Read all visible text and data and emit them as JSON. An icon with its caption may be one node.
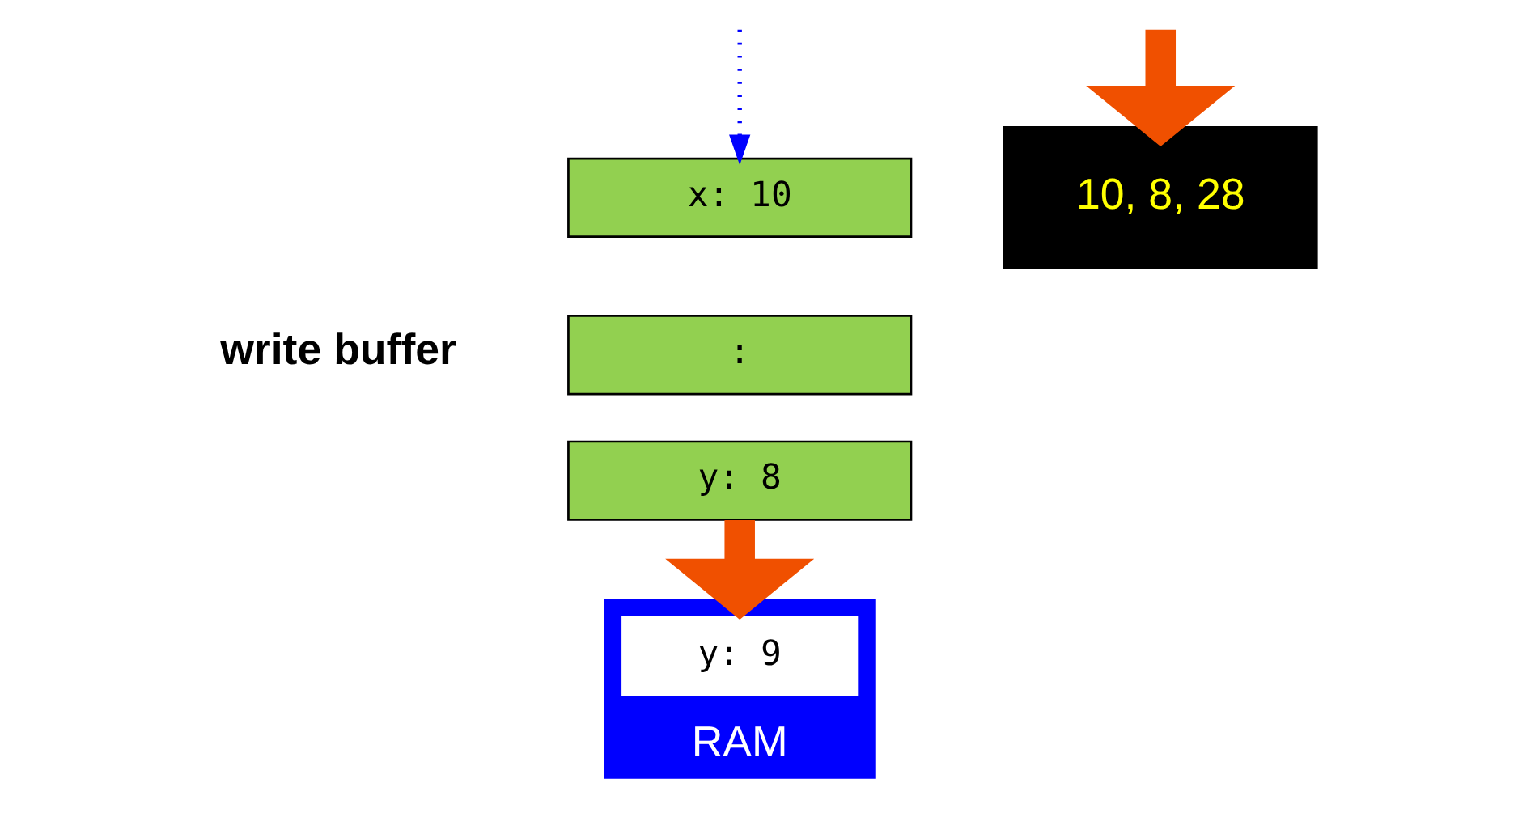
{
  "diagram": {
    "nodes": [
      {
        "text": [
          "x: 10"
        ]
      },
      {
        "text": [
          ":"
        ]
      },
      {
        "text": [
          "y: 8"
        ]
      },
      {
        "text": [
          "RAM"
        ]
      },
      {
        "text": [
          "y: 9"
        ],
        "in": 3
      },
      {
        "text": [
          "10, 8, 28"
        ]
      }
    ],
    "edges": [
      {
        "from": null,
        "to": 0,
        "arrow": "to",
        "style": "dashed",
        "color": "#0000ff"
      },
      {
        "from": 2,
        "to": 3,
        "arrow": "to"
      },
      {
        "from": null,
        "to": 5,
        "arrow": "to"
      }
    ],
    "labels": [
      "write buffer"
    ]
  }
}
